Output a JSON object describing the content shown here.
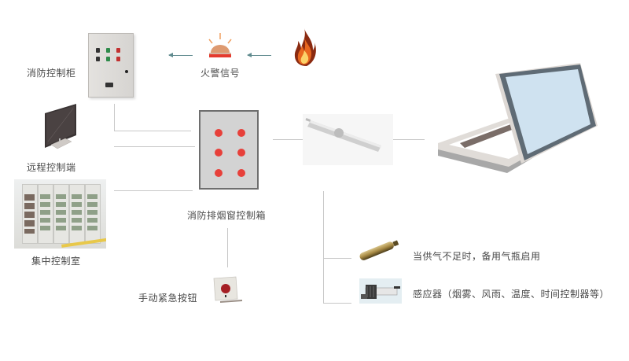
{
  "diagram": {
    "nodes": {
      "fire_control_cabinet": {
        "label": "消防控制柜"
      },
      "fire_alarm_signal": {
        "label": "火警信号"
      },
      "remote_control": {
        "label": "远程控制端"
      },
      "central_control_room": {
        "label": "集中控制室"
      },
      "smoke_window_controller": {
        "label": "消防排烟窗控制箱"
      },
      "manual_emergency_button": {
        "label": "手动紧急按钮"
      },
      "backup_gas_cylinder": {
        "label": "当供气不足时，备用气瓶启用"
      },
      "sensors": {
        "label": "感应器（烟雾、风雨、温度、时间控制器等）"
      }
    },
    "edges": [
      {
        "from": "fire",
        "to": "fire_alarm_signal",
        "type": "arrow"
      },
      {
        "from": "fire_alarm_signal",
        "to": "fire_control_cabinet",
        "type": "arrow"
      },
      {
        "from": "fire_control_cabinet",
        "to": "smoke_window_controller",
        "type": "line"
      },
      {
        "from": "remote_control",
        "to": "smoke_window_controller",
        "type": "line"
      },
      {
        "from": "central_control_room",
        "to": "smoke_window_controller",
        "type": "line"
      },
      {
        "from": "manual_emergency_button",
        "to": "smoke_window_controller",
        "type": "line"
      },
      {
        "from": "smoke_window_controller",
        "to": "actuator",
        "type": "line"
      },
      {
        "from": "actuator",
        "to": "smoke_window",
        "type": "line"
      },
      {
        "from": "backup_gas_cylinder",
        "to": "bus",
        "type": "line"
      },
      {
        "from": "sensors",
        "to": "bus",
        "type": "line"
      }
    ],
    "colors": {
      "connector": "#c8c8c8",
      "arrow": "#5f8a8e",
      "indicator_red": "#e7403a",
      "controller_fill": "#d3d3d3",
      "window_glass": "#cfe2f0",
      "window_frame": "#5f6b75"
    }
  }
}
